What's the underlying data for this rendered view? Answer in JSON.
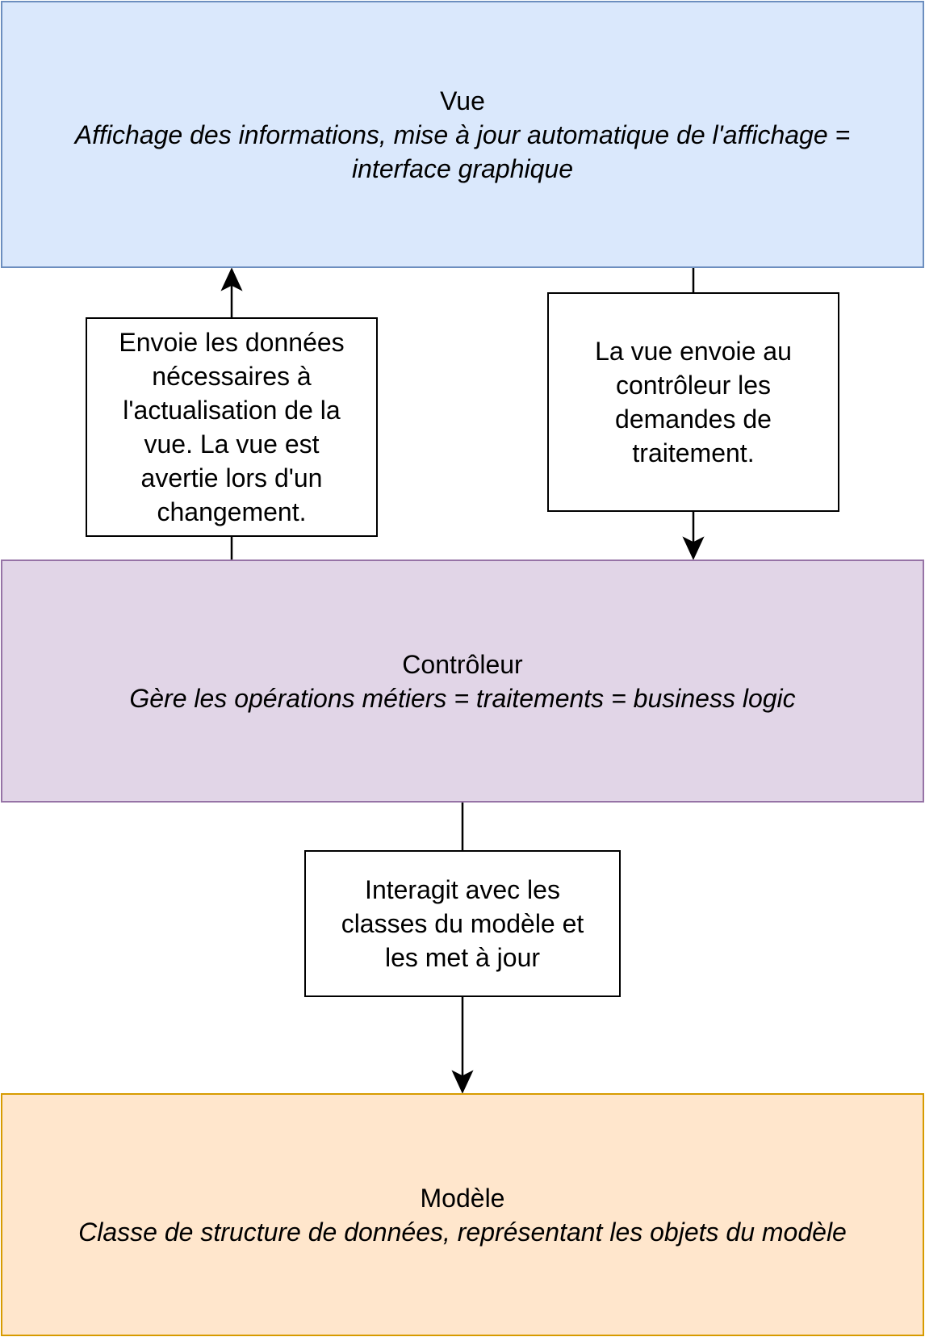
{
  "colors": {
    "vue_fill": "#dae8fc",
    "vue_stroke": "#6c8ebf",
    "controleur_fill": "#e1d5e7",
    "controleur_stroke": "#9673a6",
    "modele_fill": "#ffe6cc",
    "modele_stroke": "#d79b00",
    "edge": "#000000"
  },
  "nodes": {
    "vue": {
      "title": "Vue",
      "description_lines": [
        "Affichage des informations, mise à jour automatique de l'affichage =",
        "interface graphique"
      ]
    },
    "controleur": {
      "title": "Contrôleur",
      "description_lines": [
        "Gère les opérations métiers = traitements = business logic"
      ]
    },
    "modele": {
      "title": "Modèle",
      "description_lines": [
        "Classe de structure de données, représentant les objets du modèle"
      ]
    }
  },
  "edges": [
    {
      "from": "controleur",
      "to": "vue",
      "label_lines": [
        "Envoie les données",
        "nécessaires à",
        "l'actualisation de la",
        "vue. La vue est",
        "avertie lors d'un",
        "changement."
      ]
    },
    {
      "from": "vue",
      "to": "controleur",
      "label_lines": [
        "La vue envoie au",
        "contrôleur les",
        "demandes de",
        "traitement."
      ]
    },
    {
      "from": "controleur",
      "to": "modele",
      "label_lines": [
        "Interagit avec les",
        "classes du modèle et",
        "les met à jour"
      ]
    }
  ]
}
